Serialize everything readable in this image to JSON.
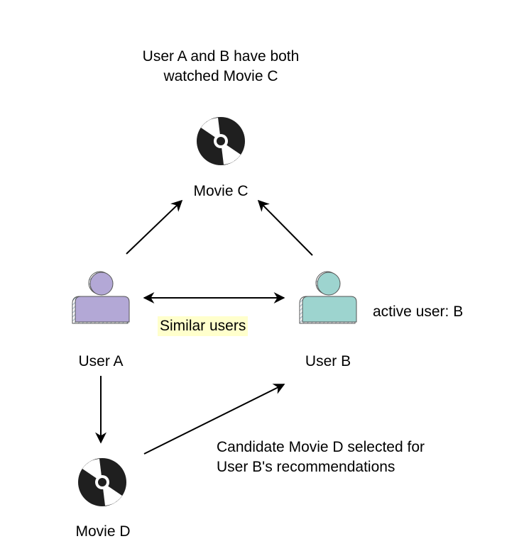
{
  "captions": {
    "shared_watch": [
      "User A and B have both",
      "watched Movie C"
    ],
    "candidate": [
      "Candidate Movie D selected for",
      "User B's recommendations"
    ]
  },
  "nodes": {
    "movie_c": {
      "label": "Movie C",
      "icon": "disc-icon",
      "color": "#1f1f1f"
    },
    "user_a": {
      "label": "User A",
      "icon": "user-icon",
      "color": "#b3a8d6"
    },
    "user_b": {
      "label": "User B",
      "icon": "user-icon",
      "color": "#9dd4cf"
    },
    "movie_d": {
      "label": "Movie D",
      "icon": "disc-icon",
      "color": "#1f1f1f"
    }
  },
  "edges": {
    "similar_label": "Similar users",
    "similar_highlight": "#ffffcc"
  },
  "annotations": {
    "active_user": "active user: B"
  }
}
